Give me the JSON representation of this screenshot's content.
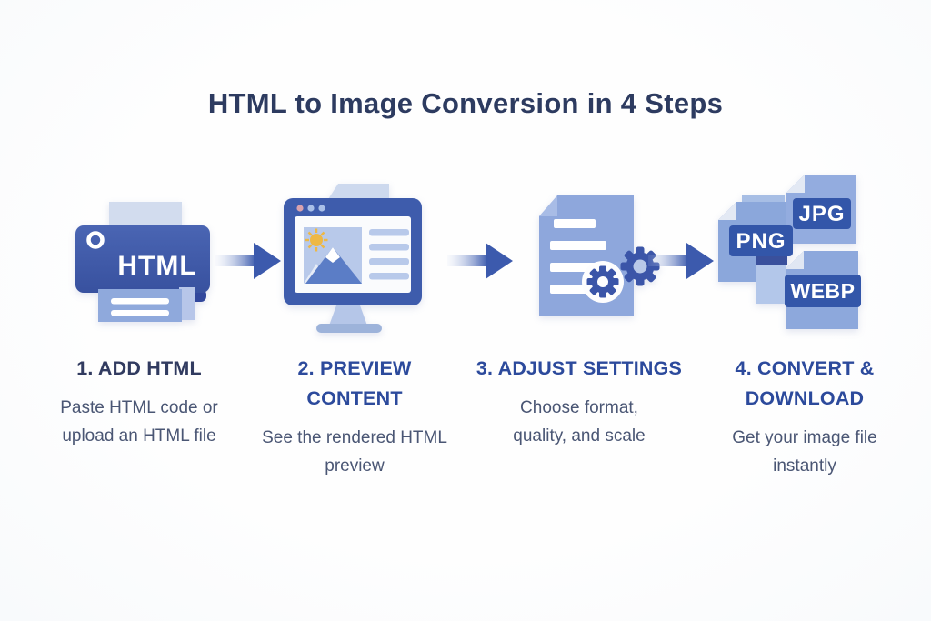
{
  "title": "HTML to Image Conversion in 4 Steps",
  "steps": [
    {
      "heading": "1. ADD HTML",
      "description": "Paste HTML code or upload an HTML file",
      "icon": "printer-html-icon"
    },
    {
      "heading": "2. PREVIEW CONTENT",
      "description": "See the rendered HTML preview",
      "icon": "monitor-preview-icon"
    },
    {
      "heading": "3. ADJUST SETTINGS",
      "description": "Choose format, quality, and scale",
      "icon": "document-gears-icon"
    },
    {
      "heading": "4. CONVERT & DOWNLOAD",
      "description": "Get your image file instantly",
      "icon": "image-formats-icon"
    }
  ],
  "icon_text": {
    "printer_label": "HTML",
    "format_badges": [
      "PNG",
      "JPG",
      "WEBP"
    ]
  },
  "colors": {
    "background": "#fdfdfe",
    "title_text": "#2d3b60",
    "step1_heading": "#313b60",
    "step_heading": "#2c4a9c",
    "description_text": "#4a5674",
    "icon_primary_blue": "#3b55a6",
    "icon_mid_blue": "#8ea8dd",
    "icon_light_blue": "#ccd8ee",
    "badge_blue": "#3356a9",
    "arrow_blue": "#3c5aad",
    "sun_yellow": "#eeb845"
  }
}
